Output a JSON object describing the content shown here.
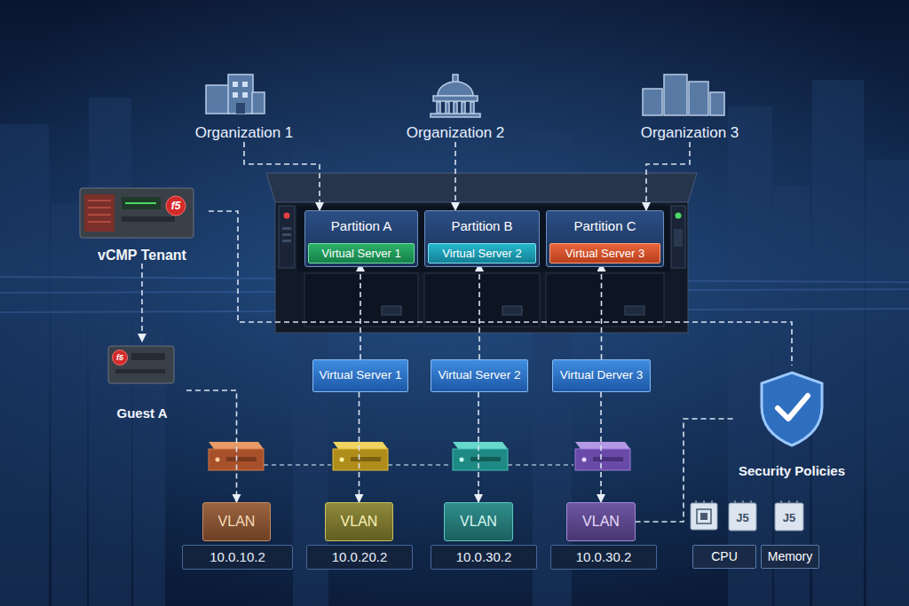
{
  "diagram": {
    "nodes": [
      {
        "text": [
          "Organization 1"
        ]
      },
      {
        "text": [
          "Organization 2"
        ]
      },
      {
        "text": [
          "Organization 3"
        ]
      },
      {
        "text": [
          "vCMP Tenant"
        ]
      },
      {
        "text": [
          "Partition A"
        ]
      },
      {
        "text": [
          "Virtual Server 1"
        ],
        "in": 4
      },
      {
        "text": [
          "Partition B"
        ]
      },
      {
        "text": [
          "Virtual Server 2"
        ],
        "in": 6
      },
      {
        "text": [
          "Partition C"
        ]
      },
      {
        "text": [
          "Virtual Server 3"
        ],
        "in": 8
      },
      {
        "text": [
          "Guest A"
        ]
      },
      {
        "text": [
          "Virtual Server 1"
        ]
      },
      {
        "text": [
          "Virtual Server 2"
        ]
      },
      {
        "text": [
          "Virtual Derver 3"
        ]
      },
      {
        "text": [
          "VLAN"
        ]
      },
      {
        "text": [
          "VLAN"
        ]
      },
      {
        "text": [
          "VLAN"
        ]
      },
      {
        "text": [
          "VLAN"
        ]
      },
      {
        "text": [
          "10.0.10.2"
        ]
      },
      {
        "text": [
          "10.0.20.2"
        ]
      },
      {
        "text": [
          "10.0.30.2"
        ]
      },
      {
        "text": [
          "10.0.30.2"
        ]
      },
      {
        "text": [
          "Security Policies"
        ]
      },
      {
        "text": [
          "CPU"
        ]
      },
      {
        "text": [
          "Memory"
        ]
      }
    ],
    "edges": [
      {
        "from": 0,
        "to": 4,
        "arrow": "to"
      },
      {
        "from": 1,
        "to": 6,
        "arrow": "to"
      },
      {
        "from": 2,
        "to": 8,
        "arrow": "to"
      },
      {
        "from": 3,
        "to": 10,
        "arrow": "to"
      },
      {
        "from": 3,
        "to": 22,
        "arrow": "none"
      },
      {
        "from": 11,
        "to": 5,
        "arrow": "to"
      },
      {
        "from": 12,
        "to": 7,
        "arrow": "to"
      },
      {
        "from": 13,
        "to": 9,
        "arrow": "to"
      },
      {
        "from": 10,
        "to": 14,
        "arrow": "to"
      },
      {
        "from": 11,
        "to": 15,
        "arrow": "to"
      },
      {
        "from": 12,
        "to": 16,
        "arrow": "to"
      },
      {
        "from": 13,
        "to": 17,
        "arrow": "to"
      },
      {
        "from": 22,
        "to": 17,
        "arrow": "none"
      }
    ],
    "labels": [
      "f5",
      "f5",
      "J5",
      "J5"
    ]
  }
}
